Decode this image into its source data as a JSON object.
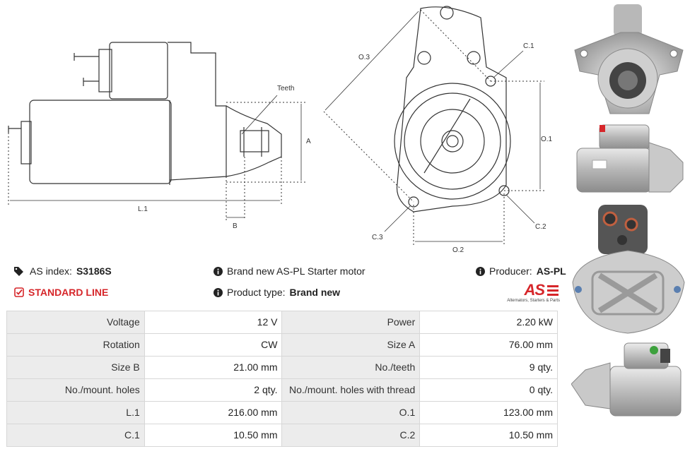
{
  "drawing_labels": {
    "teeth": "Teeth",
    "a": "A",
    "b": "B",
    "l1": "L.1",
    "o3": "O.3",
    "c1": "C.1",
    "o1": "O.1",
    "c2": "C.2",
    "c3": "C.3",
    "o2": "O.2"
  },
  "info": {
    "as_index_label": "AS index:",
    "as_index_value": "S3186S",
    "line_label": "STANDARD LINE",
    "description": "Brand new AS-PL Starter motor",
    "product_type_label": "Product type:",
    "product_type_value": "Brand new",
    "producer_label": "Producer:",
    "producer_value": "AS-PL",
    "logo_text": "AS",
    "logo_tagline": "Alternators, Starters & Parts"
  },
  "specs": [
    [
      {
        "k": "Voltage",
        "v": "12 V"
      },
      {
        "k": "Power",
        "v": "2.20 kW"
      }
    ],
    [
      {
        "k": "Rotation",
        "v": "CW"
      },
      {
        "k": "Size A",
        "v": "76.00 mm"
      }
    ],
    [
      {
        "k": "Size B",
        "v": "21.00 mm"
      },
      {
        "k": "No./teeth",
        "v": "9 qty."
      }
    ],
    [
      {
        "k": "No./mount. holes",
        "v": "2 qty."
      },
      {
        "k": "No./mount. holes with thread",
        "v": "0 qty."
      }
    ],
    [
      {
        "k": "L.1",
        "v": "216.00 mm"
      },
      {
        "k": "O.1",
        "v": "123.00 mm"
      }
    ],
    [
      {
        "k": "C.1",
        "v": "10.50 mm"
      },
      {
        "k": "C.2",
        "v": "10.50 mm"
      }
    ]
  ],
  "colors": {
    "accent_red": "#d6262a",
    "table_key_bg": "#ececec",
    "table_border": "#d7d7d7"
  },
  "icons": [
    "tags-icon",
    "check-square-icon",
    "info-circle-icon"
  ]
}
